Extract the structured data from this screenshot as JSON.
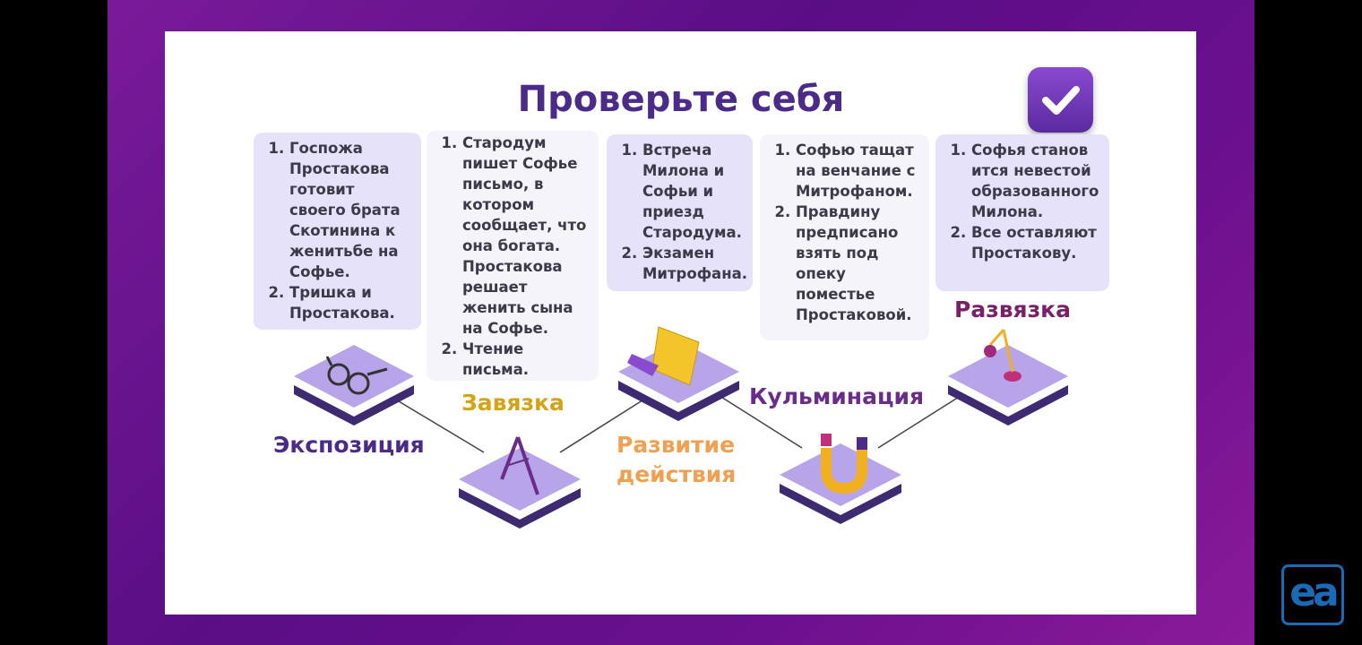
{
  "title": "Проверьте себя",
  "icons": {
    "check": "check-icon"
  },
  "colors": {
    "title": "#4b2a8a",
    "exposition": "#4b2a8a",
    "plot": "#d4a417",
    "development": "#f0a050",
    "climax": "#6a2c8a",
    "resolution": "#7a1f6a"
  },
  "stages": [
    {
      "label": "Экспозиция",
      "items": [
        "Госпожа Простакова готовит своего брата Скотинина к женитьбе на Софье.",
        "Тришка и Простакова."
      ]
    },
    {
      "label": "Завязка",
      "items": [
        "Стародум пишет Софье письмо, в котором сообщает, что она богата. Простакова решает женить сына на Софье.",
        "Чтение письма."
      ]
    },
    {
      "label_line1": "Развитие",
      "label_line2": "действия",
      "items": [
        "Встреча Милона и Софьи и приезд Стародума.",
        "Экзамен Митрофана."
      ]
    },
    {
      "label": "Кульминация",
      "items": [
        "Софью тащат на венчание с Митрофаном.",
        "Правдину предписано взять под опеку поместье Простаковой."
      ]
    },
    {
      "label": "Развязка",
      "items": [
        "Софья станов ится невестой образованного Милона.",
        "Все оставляют Простакову."
      ]
    }
  ],
  "logo": "ea"
}
